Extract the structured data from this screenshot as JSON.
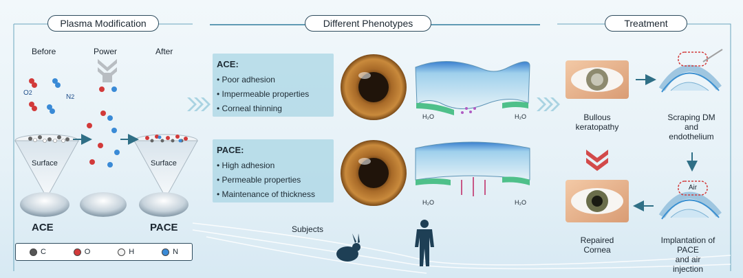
{
  "sections": {
    "plasma": "Plasma Modification",
    "phenotypes": "Different Phenotypes",
    "treatment": "Treatment"
  },
  "plasma": {
    "before": "Before",
    "power": "Power",
    "after": "After",
    "o2": "O",
    "o2_sub": "2",
    "n2": "N",
    "n2_sub": "2",
    "surface_left": "Surface",
    "surface_right": "Surface",
    "ace": "ACE",
    "pace": "PACE"
  },
  "legend": [
    {
      "label": "C",
      "color": "#555555"
    },
    {
      "label": "O",
      "color": "#d23a3a"
    },
    {
      "label": "H",
      "color": "#f4f4f4"
    },
    {
      "label": "N",
      "color": "#3a8ad6"
    }
  ],
  "ace_box": {
    "title": "ACE:",
    "items": [
      "Poor adhesion",
      "Impermeable properties",
      "Corneal thinning"
    ]
  },
  "pace_box": {
    "title": "PACE:",
    "items": [
      "High adhesion",
      "Permeable properties",
      "Maintenance of thickness"
    ]
  },
  "water": "H₂O",
  "subjects": "Subjects",
  "treatment": {
    "bullous": "Bullous\nkeratopathy",
    "scraping": "Scraping DM\nand endothelium",
    "repaired": "Repaired\nCornea",
    "implantation": "Implantation of PACE\nand air injection",
    "air": "Air"
  }
}
